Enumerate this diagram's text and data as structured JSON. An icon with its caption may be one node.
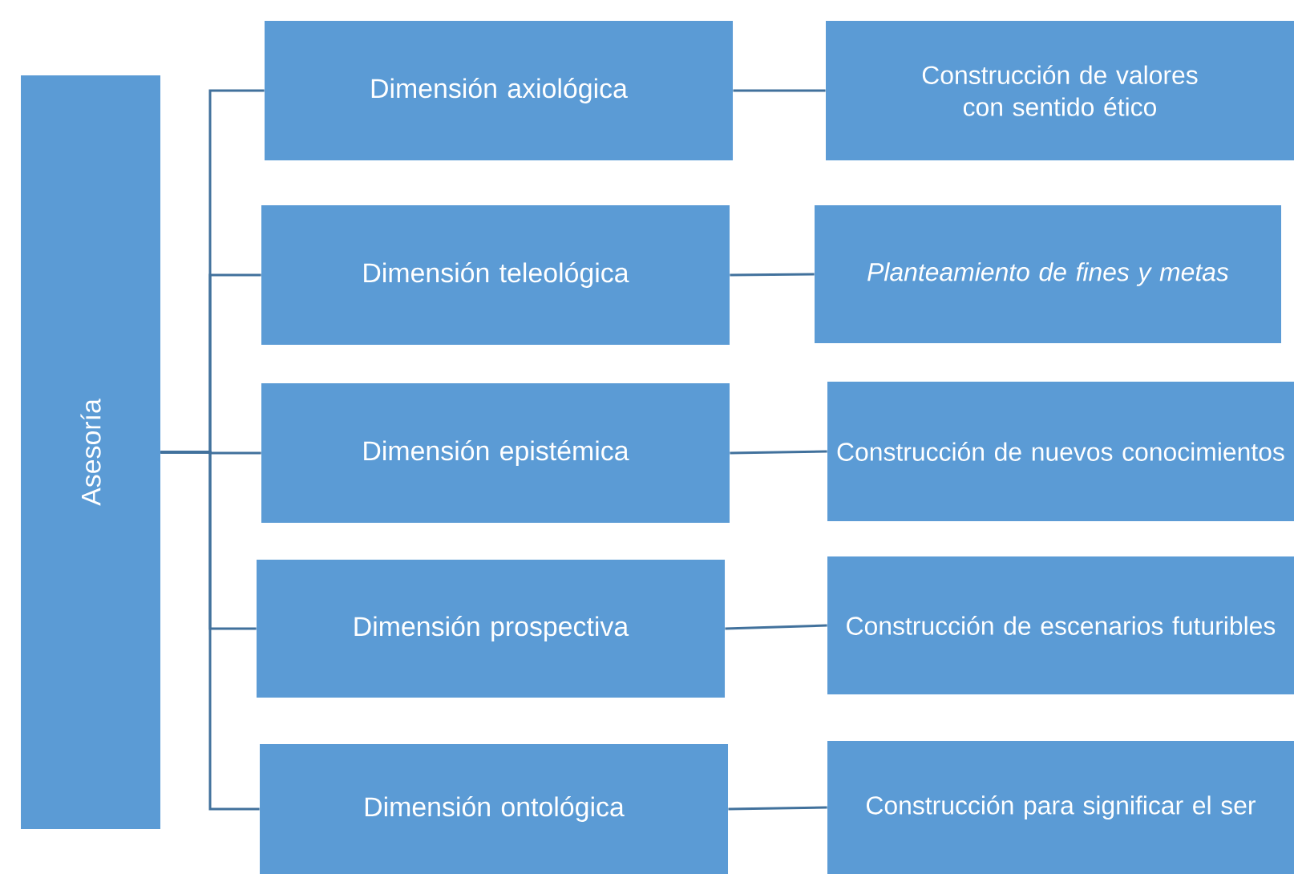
{
  "diagram": {
    "nodes": [
      {
        "text": [
          "Asesoría"
        ]
      },
      {
        "text": [
          "Dimensión  axiológica"
        ]
      },
      {
        "text": [
          "Dimensión  teleológica"
        ]
      },
      {
        "text": [
          "Dimensión epistémica"
        ]
      },
      {
        "text": [
          "Dimensión prospectiva"
        ]
      },
      {
        "text": [
          "Dimensión ontológica"
        ]
      },
      {
        "text": [
          "Construcción de valores con sentido ético"
        ]
      },
      {
        "text": [
          "Planteamiento de fines y metas"
        ]
      },
      {
        "text": [
          "Construcción de nuevos conocimientos"
        ]
      },
      {
        "text": [
          "Construcción de escenarios futuribles"
        ]
      },
      {
        "text": [
          "Construcción para significar el ser"
        ]
      }
    ],
    "edges": [
      {
        "from": 0,
        "to": 1,
        "arrow": "none"
      },
      {
        "from": 0,
        "to": 2,
        "arrow": "none"
      },
      {
        "from": 0,
        "to": 3,
        "arrow": "none"
      },
      {
        "from": 0,
        "to": 4,
        "arrow": "none"
      },
      {
        "from": 0,
        "to": 5,
        "arrow": "none"
      },
      {
        "from": 1,
        "to": 6,
        "arrow": "none"
      },
      {
        "from": 2,
        "to": 7,
        "arrow": "none"
      },
      {
        "from": 3,
        "to": 8,
        "arrow": "none"
      },
      {
        "from": 4,
        "to": 9,
        "arrow": "none"
      },
      {
        "from": 5,
        "to": 10,
        "arrow": "none"
      }
    ]
  }
}
